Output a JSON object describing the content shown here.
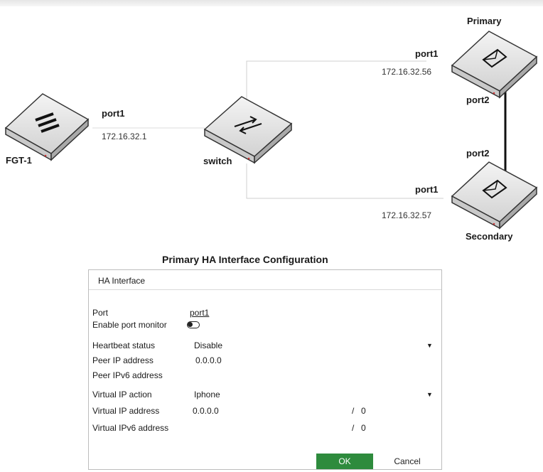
{
  "devices": {
    "fgt1": {
      "label": "FGT-1",
      "port": "port1",
      "ip": "172.16.32.1"
    },
    "switch": {
      "label": "switch"
    },
    "primary": {
      "label": "Primary",
      "port1": "port1",
      "ip": "172.16.32.56",
      "port2": "port2"
    },
    "secondary": {
      "label": "Secondary",
      "port1": "port1",
      "ip": "172.16.32.57",
      "port2": "port2"
    }
  },
  "dialog": {
    "title": "Primary HA Interface Configuration",
    "header": "HA Interface",
    "fields": {
      "port_label": "Port",
      "port_value": "port1",
      "port_monitor_label": "Enable port monitor",
      "heartbeat_label": "Heartbeat status",
      "heartbeat_value": "Disable",
      "peer_ip_label": "Peer IP address",
      "peer_ip_value": "0.0.0.0",
      "peer_ipv6_label": "Peer IPv6 address",
      "vip_action_label": "Virtual IP action",
      "vip_action_value": "Iphone",
      "vip_address_label": "Virtual IP address",
      "vip_address_value": "0.0.0.0",
      "vip_address_mask": "0",
      "vipv6_address_label": "Virtual IPv6 address",
      "vipv6_address_mask": "0"
    },
    "ok_label": "OK",
    "cancel_label": "Cancel"
  },
  "colors": {
    "ok_button": "#2e8b3d"
  }
}
